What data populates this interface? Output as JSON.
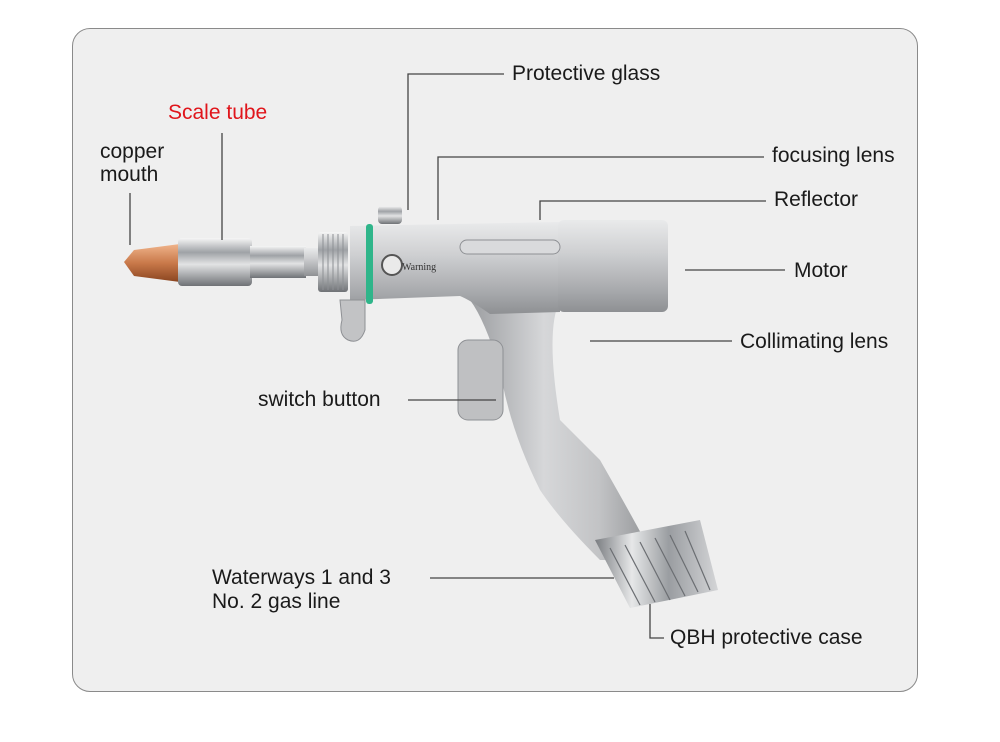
{
  "labels": {
    "protective_glass": "Protective glass",
    "scale_tube": "Scale tube",
    "copper_mouth_line1": "copper",
    "copper_mouth_line2": "mouth",
    "focusing_lens": "focusing lens",
    "reflector": "Reflector",
    "motor": "Motor",
    "collimating_lens": "Collimating lens",
    "switch_button": "switch button",
    "waterways_line1": "Waterways 1 and 3",
    "waterways_line2": "No. 2 gas line",
    "qbh_case": "QBH protective case",
    "warning_mark": "Warning"
  },
  "colors": {
    "panel_bg": "#efefef",
    "panel_border": "#8a8a8a",
    "leader_line": "#444444",
    "scale_tube_label": "#e0151b",
    "body_metal": "#c9cacc",
    "copper_nozzle": "#c9794a",
    "seal_ring": "#2fb58a"
  }
}
